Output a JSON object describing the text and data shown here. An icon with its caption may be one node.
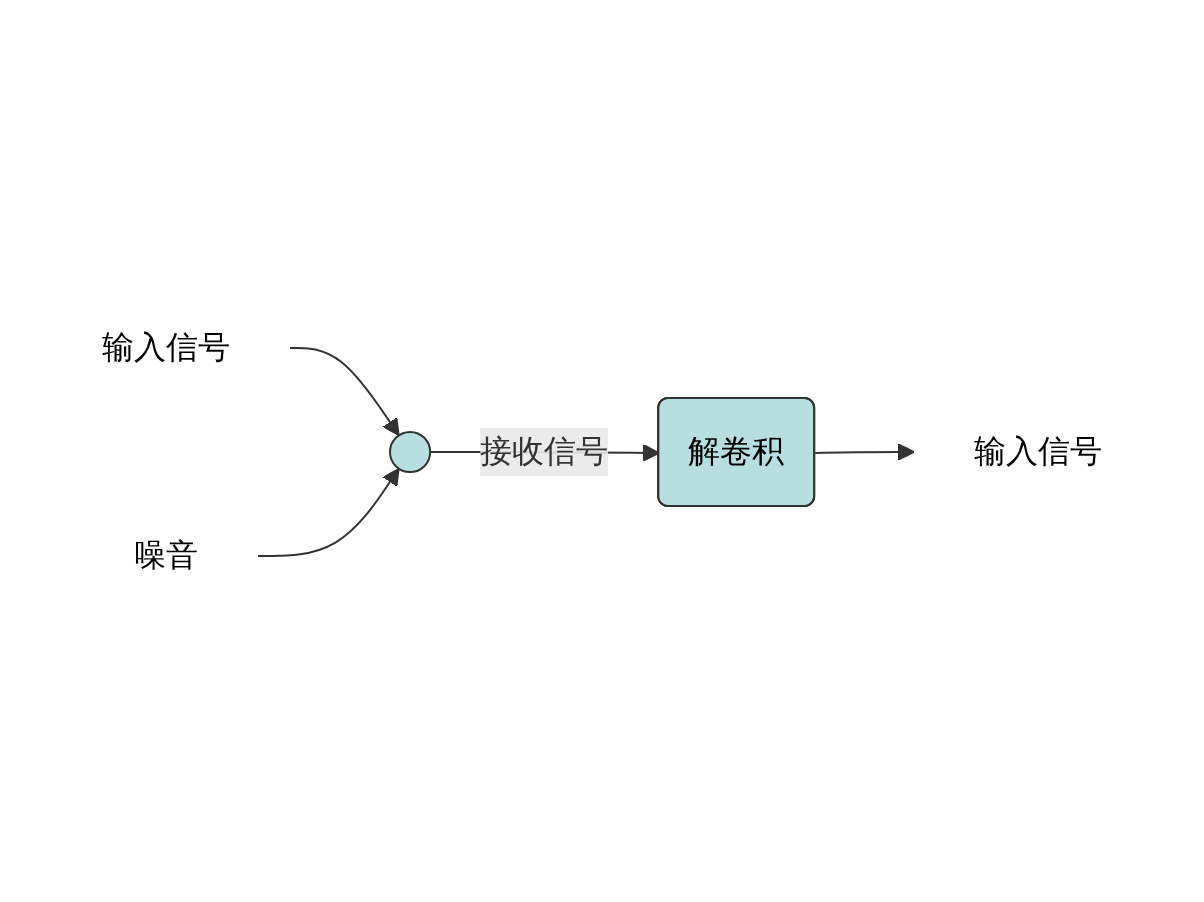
{
  "diagram": {
    "nodes": [
      {
        "text": [
          "输入信号"
        ]
      },
      {
        "text": [
          "噪音"
        ]
      },
      {
        "text": [],
        "shape": "circle"
      },
      {
        "text": [
          "解卷积"
        ]
      },
      {
        "text": [
          "输入信号"
        ]
      }
    ],
    "edges": [
      {
        "from": 0,
        "to": 2,
        "arrow": "to"
      },
      {
        "from": 1,
        "to": 2,
        "arrow": "to"
      },
      {
        "from": 2,
        "to": 3,
        "arrow": "to",
        "label": "接收信号"
      },
      {
        "from": 3,
        "to": 4,
        "arrow": "to"
      }
    ]
  }
}
